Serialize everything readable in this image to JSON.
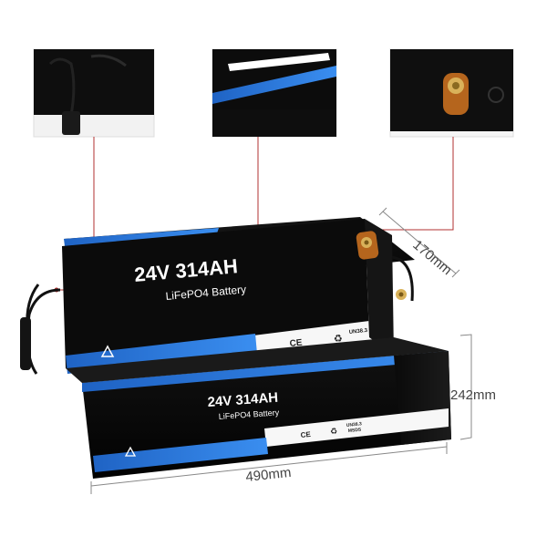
{
  "battery": {
    "top_title": "24V 314AH",
    "top_subtitle": "LiFePO4 Battery",
    "front_title": "24V 314AH",
    "front_subtitle": "LiFePO4 Battery",
    "cert_code": "UN38.3",
    "cert_code2": "MSDS",
    "cert_ce": "CE"
  },
  "dimensions": {
    "length": "490mm",
    "width": "170mm",
    "height": "242mm"
  },
  "colors": {
    "accent_blue": "#1e6fd1",
    "body_black": "#0d0d0d",
    "terminal_copper": "#b5651d",
    "leader_red": "#b03030"
  }
}
